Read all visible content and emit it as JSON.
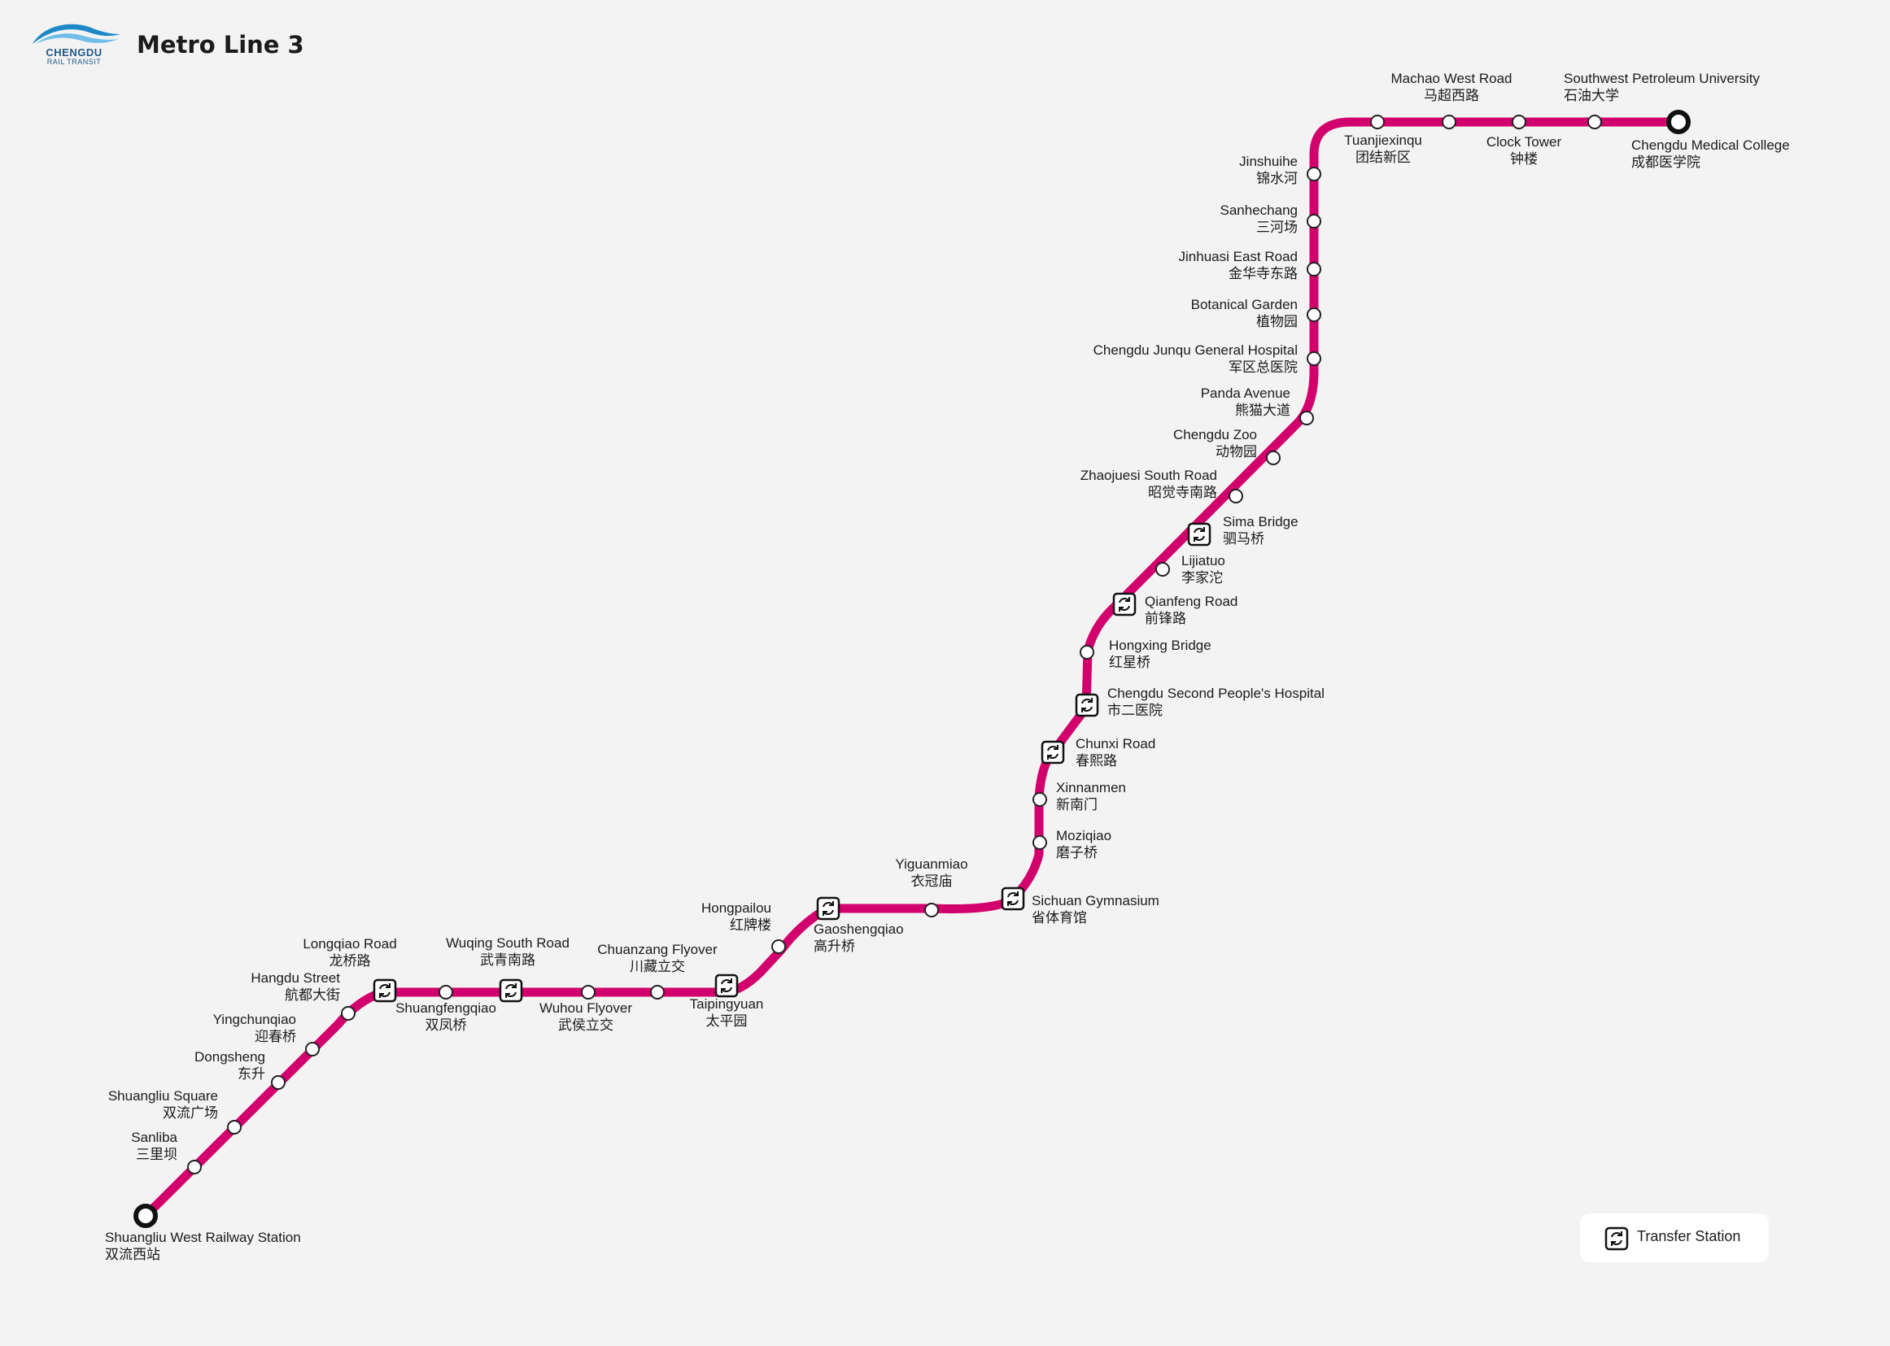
{
  "header": {
    "logo_line1": "CHENGDU",
    "logo_line2": "RAIL TRANSIT",
    "title": "Metro Line 3"
  },
  "legend": {
    "label": "Transfer Station"
  },
  "colors": {
    "line": "#d1006c",
    "background": "#f3f3f3",
    "logo_blue": "#1f88c9",
    "logo_dark": "#1e5a8c",
    "text": "#1b1b1b"
  },
  "stations": [
    {
      "en": "Shuangliu West Railway Station",
      "zh": "双流西站",
      "type": "terminal"
    },
    {
      "en": "Sanliba",
      "zh": "三里坝",
      "type": "regular"
    },
    {
      "en": "Shuangliu Square",
      "zh": "双流广场",
      "type": "regular"
    },
    {
      "en": "Dongsheng",
      "zh": "东升",
      "type": "regular"
    },
    {
      "en": "Yingchunqiao",
      "zh": "迎春桥",
      "type": "regular"
    },
    {
      "en": "Hangdu Street",
      "zh": "航都大街",
      "type": "regular"
    },
    {
      "en": "Longqiao Road",
      "zh": "龙桥路",
      "type": "transfer"
    },
    {
      "en": "Shuangfengqiao",
      "zh": "双凤桥",
      "type": "regular"
    },
    {
      "en": "Wuqing South Road",
      "zh": "武青南路",
      "type": "transfer"
    },
    {
      "en": "Wuhou Flyover",
      "zh": "武侯立交",
      "type": "regular"
    },
    {
      "en": "Chuanzang Flyover",
      "zh": "川藏立交",
      "type": "regular"
    },
    {
      "en": "Taipingyuan",
      "zh": "太平园",
      "type": "transfer"
    },
    {
      "en": "Hongpailou",
      "zh": "红牌楼",
      "type": "regular"
    },
    {
      "en": "Gaoshengqiao",
      "zh": "高升桥",
      "type": "transfer"
    },
    {
      "en": "Yiguanmiao",
      "zh": "衣冠庙",
      "type": "regular"
    },
    {
      "en": "Sichuan Gymnasium",
      "zh": "省体育馆",
      "type": "transfer"
    },
    {
      "en": "Moziqiao",
      "zh": "磨子桥",
      "type": "regular"
    },
    {
      "en": "Xinnanmen",
      "zh": "新南门",
      "type": "regular"
    },
    {
      "en": "Chunxi Road",
      "zh": "春熙路",
      "type": "transfer"
    },
    {
      "en": "Chengdu Second People's Hospital",
      "zh": "市二医院",
      "type": "transfer"
    },
    {
      "en": "Hongxing Bridge",
      "zh": "红星桥",
      "type": "regular"
    },
    {
      "en": "Qianfeng Road",
      "zh": "前锋路",
      "type": "transfer"
    },
    {
      "en": "Lijiatuo",
      "zh": "李家沱",
      "type": "regular"
    },
    {
      "en": "Sima Bridge",
      "zh": "驷马桥",
      "type": "transfer"
    },
    {
      "en": "Zhaojuesi South Road",
      "zh": "昭觉寺南路",
      "type": "regular"
    },
    {
      "en": "Chengdu Zoo",
      "zh": "动物园",
      "type": "regular"
    },
    {
      "en": "Panda Avenue",
      "zh": "熊猫大道",
      "type": "regular"
    },
    {
      "en": "Chengdu Junqu General Hospital",
      "zh": "军区总医院",
      "type": "regular"
    },
    {
      "en": "Botanical Garden",
      "zh": "植物园",
      "type": "regular"
    },
    {
      "en": "Jinhuasi East Road",
      "zh": "金华寺东路",
      "type": "regular"
    },
    {
      "en": "Sanhechang",
      "zh": "三河场",
      "type": "regular"
    },
    {
      "en": "Jinshuihe",
      "zh": "锦水河",
      "type": "regular"
    },
    {
      "en": "Tuanjiexinqu",
      "zh": "团结新区",
      "type": "regular"
    },
    {
      "en": "Machao West Road",
      "zh": "马超西路",
      "type": "regular"
    },
    {
      "en": "Clock Tower",
      "zh": "钟楼",
      "type": "regular"
    },
    {
      "en": "Southwest Petroleum University",
      "zh": "石油大学",
      "type": "regular"
    },
    {
      "en": "Chengdu Medical College",
      "zh": "成都医学院",
      "type": "terminal"
    }
  ]
}
